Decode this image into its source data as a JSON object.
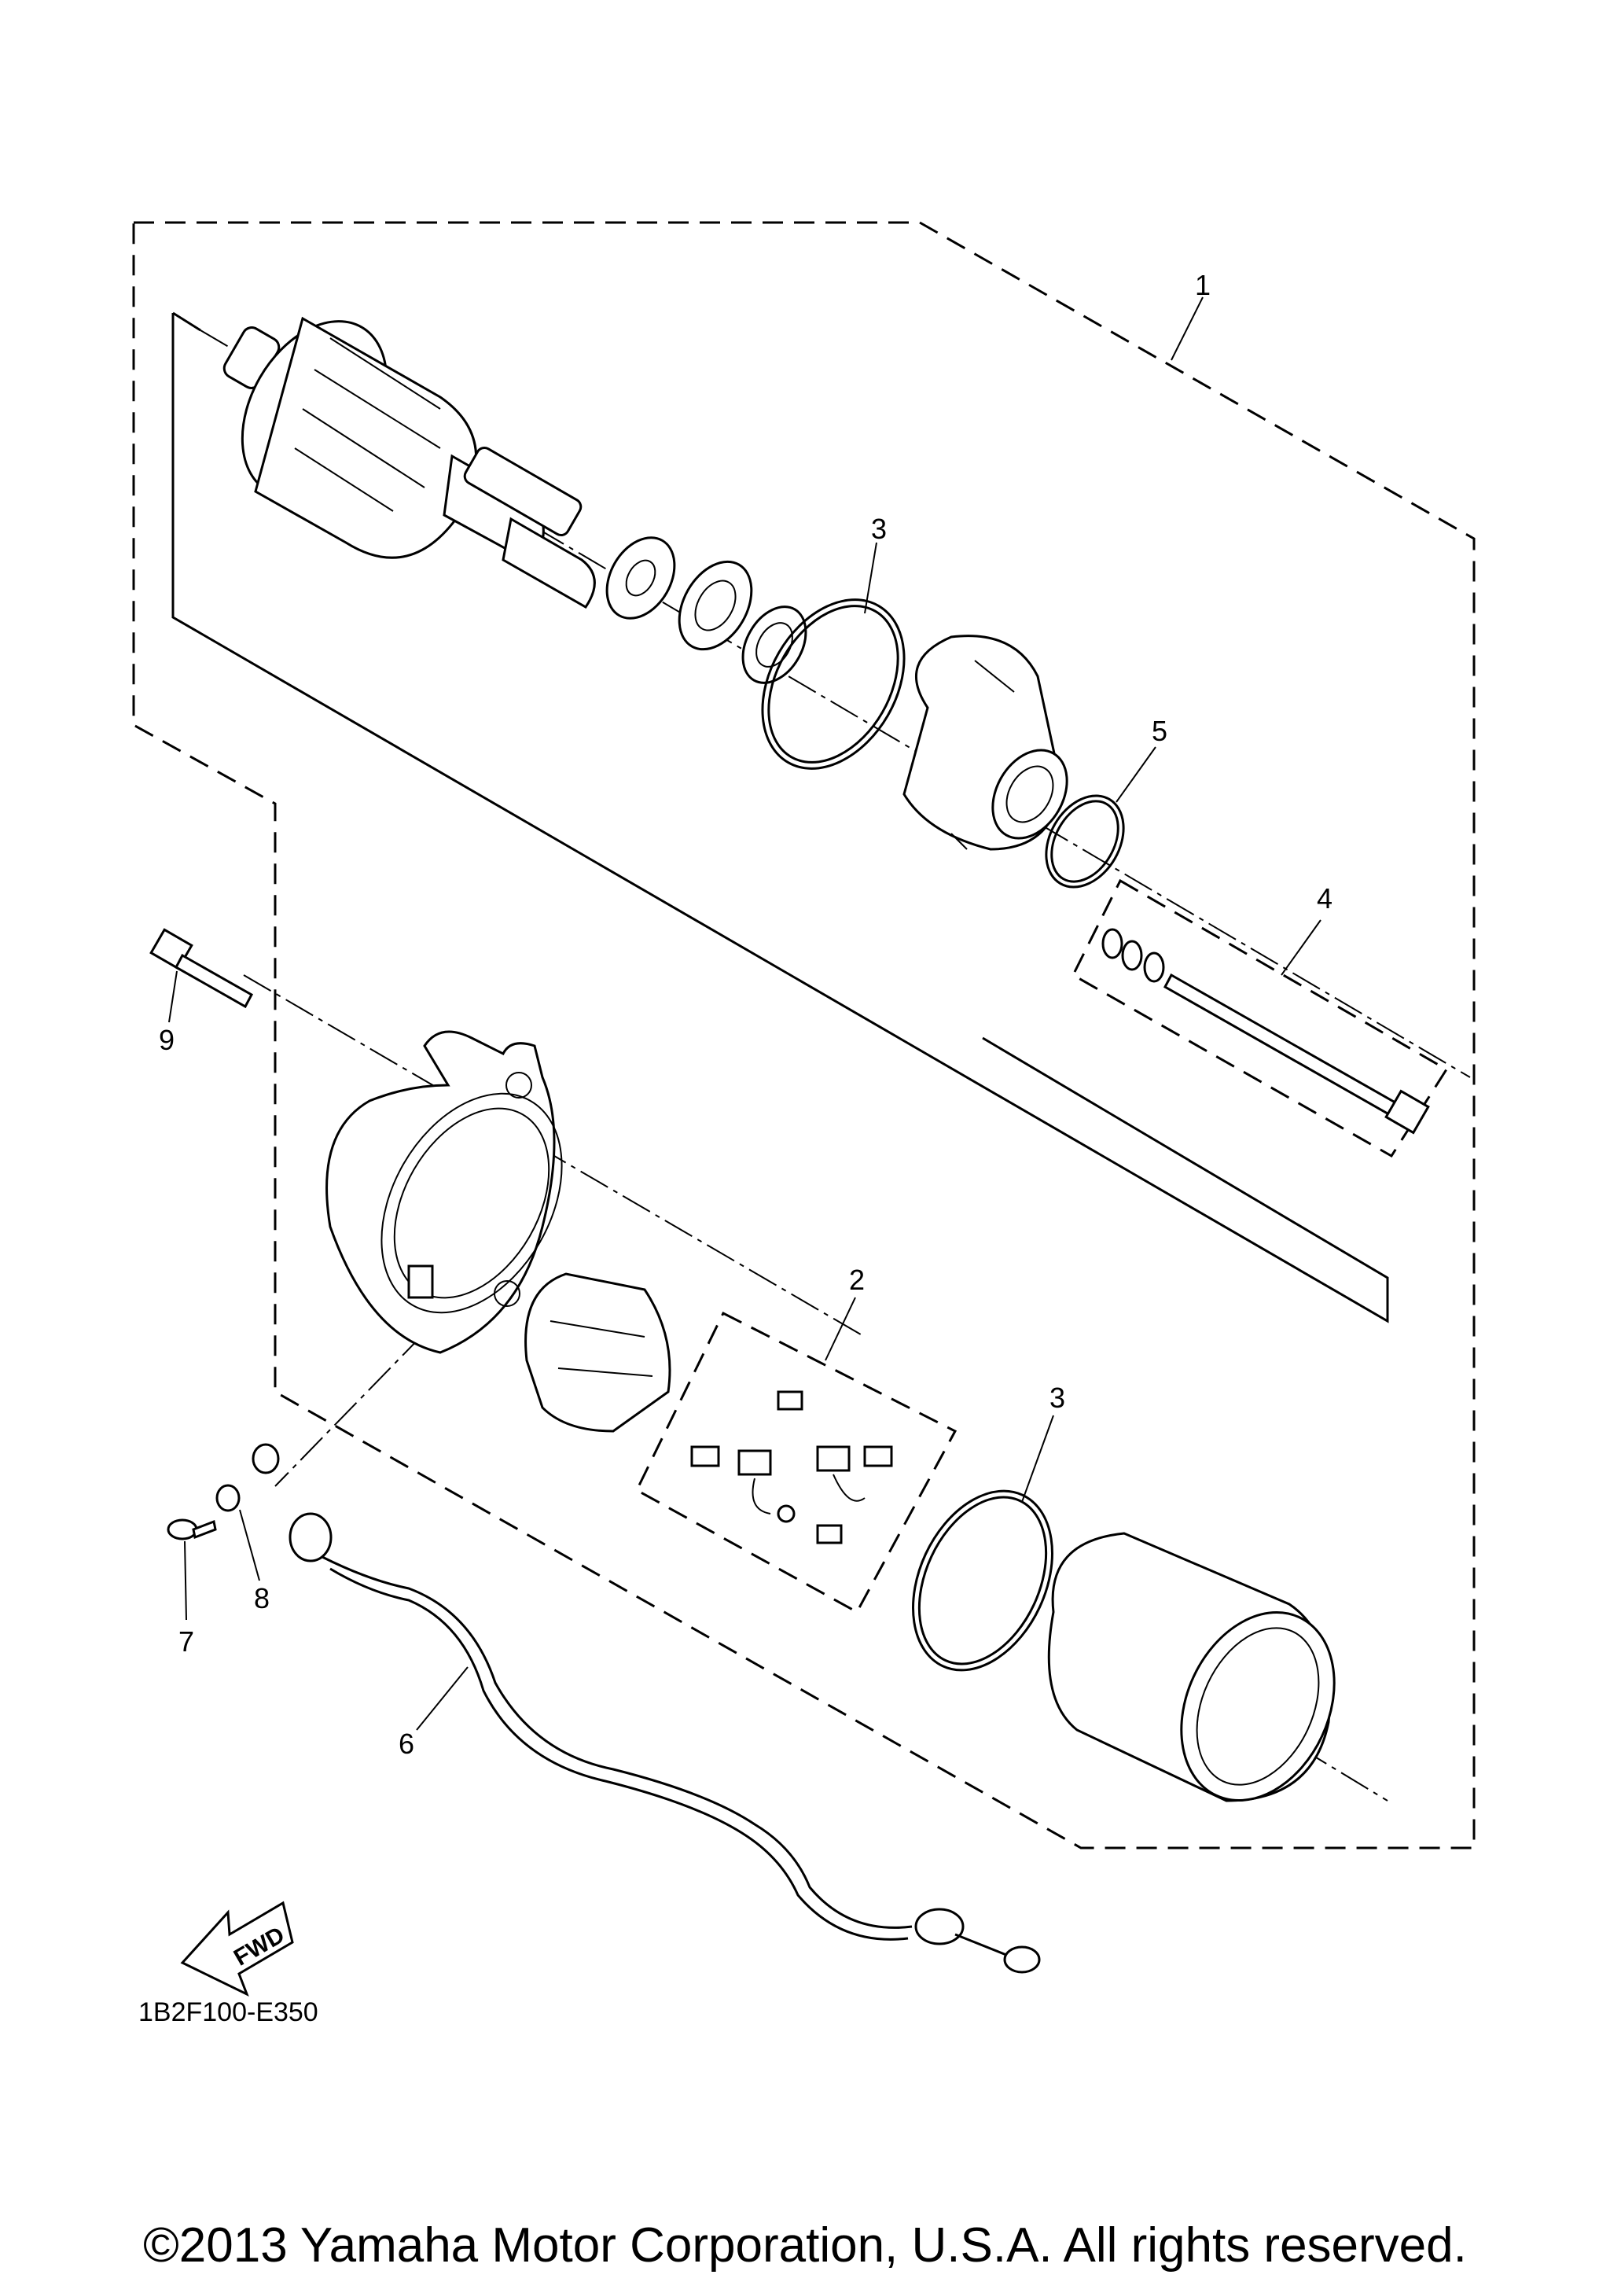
{
  "labels": {
    "l1": "1",
    "l2": "2",
    "l3a": "3",
    "l3b": "3",
    "l4": "4",
    "l5": "5",
    "l6": "6",
    "l7": "7",
    "l8": "8",
    "l9": "9"
  },
  "fwd": "FWD",
  "reference_code": "1B2F100-E350",
  "copyright": "©2013 Yamaha Motor Corporation, U.S.A. All rights reserved."
}
